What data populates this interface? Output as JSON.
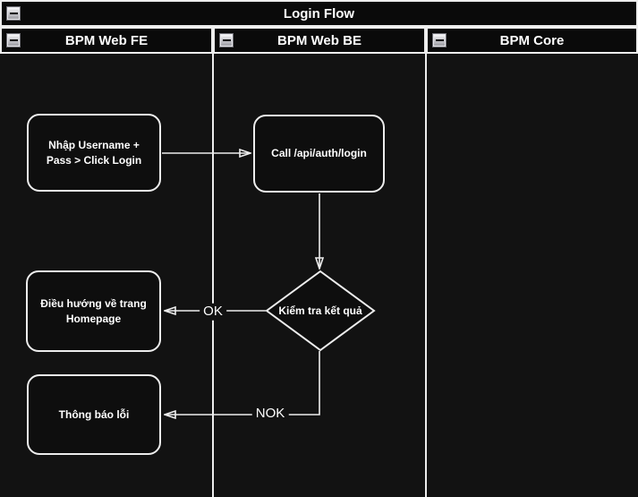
{
  "pool": {
    "title": "Login Flow"
  },
  "lanes": [
    {
      "label": "BPM Web FE"
    },
    {
      "label": "BPM Web BE"
    },
    {
      "label": "BPM Core"
    }
  ],
  "nodes": [
    {
      "id": "fe-input",
      "type": "rounded-rect",
      "label": "Nhập Username + Pass > Click Login"
    },
    {
      "id": "be-call-login",
      "type": "rounded-rect",
      "label": "Call /api/auth/login"
    },
    {
      "id": "be-check-result",
      "type": "decision",
      "label": "Kiểm tra kết quả"
    },
    {
      "id": "fe-redirect",
      "type": "rounded-rect",
      "label": "Điều hướng về trang Homepage"
    },
    {
      "id": "fe-error",
      "type": "rounded-rect",
      "label": "Thông báo lỗi"
    }
  ],
  "edges": [
    {
      "from": "fe-input",
      "to": "be-call-login",
      "label": ""
    },
    {
      "from": "be-call-login",
      "to": "be-check-result",
      "label": ""
    },
    {
      "from": "be-check-result",
      "to": "fe-redirect",
      "label": "OK"
    },
    {
      "from": "be-check-result",
      "to": "fe-error",
      "label": "NOK"
    }
  ],
  "icons": {
    "collapse": "minus-collapse-icon"
  },
  "colors": {
    "canvas": "#121212",
    "header_fill": "#0a0a0a",
    "node_fill": "#0e0e0e",
    "stroke": "#ededed",
    "text": "#ffffff"
  }
}
